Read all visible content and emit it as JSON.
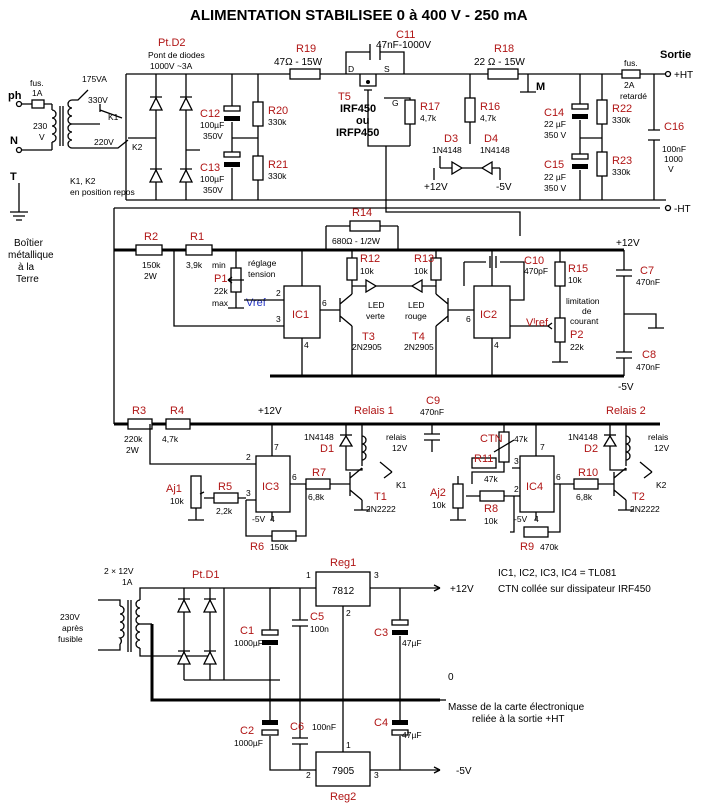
{
  "title": "ALIMENTATION STABILISEE  0 à 400 V - 250 mA",
  "labels": {
    "ph": "ph",
    "n": "N",
    "t": "T",
    "fus": "fus.",
    "fus_val": "1A",
    "v230": "230",
    "v_unit": "V",
    "tr175": "175VA",
    "v330": "330V",
    "v220": "220V",
    "k1": "K1",
    "k2": "K2",
    "k1k2_a": "K1, K2",
    "k1k2_b": "en position repos",
    "boitier": [
      "Boîtier",
      "métallique",
      "à la",
      "Terre"
    ],
    "ptd2": "Pt.D2",
    "ptd2_a": "Pont de diodes",
    "ptd2_b": "1000V ~3A",
    "c12": "C12",
    "c12_v": "100µF",
    "c12_w": "350V",
    "c13": "C13",
    "c13_v": "100µF",
    "c13_w": "350V",
    "r20": "R20",
    "r20_v": "330k",
    "r21": "R21",
    "r21_v": "330k",
    "r19": "R19",
    "r19_v": "47Ω - 15W",
    "c11": "C11",
    "c11_v": "47nF-1000V",
    "t5": "T5",
    "t5_a": "IRF450",
    "t5_b": "ou",
    "t5_c": "IRFP450",
    "d": "D",
    "s": "S",
    "g": "G",
    "r17": "R17",
    "r17_v": "4,7k",
    "r18": "R18",
    "r18_v": "22 Ω - 15W",
    "m": "M",
    "r16": "R16",
    "r16_v": "4,7k",
    "d3": "D3",
    "d3_v": "1N4148",
    "d4": "D4",
    "d4_v": "1N4148",
    "p12": "+12V",
    "m5": "-5V",
    "c14": "C14",
    "c14_v": "22 µF",
    "c14_w": "350 V",
    "c15": "C15",
    "c15_v": "22 µF",
    "c15_w": "350 V",
    "r22": "R22",
    "r22_v": "330k",
    "r23": "R23",
    "r23_v": "330k",
    "fus2": "fus.",
    "fus2_v": "2A",
    "fus2_w": "retardé",
    "sortie": "Sortie",
    "pht": "+HT",
    "mht": "-HT",
    "c16": "C16",
    "c16_v": "100nF",
    "c16_w": "1000",
    "c16_x": "V",
    "r14": "R14",
    "r14_v": "680Ω - 1/2W",
    "r2": "R2",
    "r2_v": "150k",
    "r2_w": "2W",
    "r1": "R1",
    "r1_v": "3,9k",
    "min": "min",
    "max": "max",
    "p1": "P1",
    "p1_v": "22k",
    "reglage_a": "réglage",
    "reglage_b": "tension",
    "vref": "Vref",
    "ic1": "IC1",
    "ic2": "IC2",
    "r12": "R12",
    "r12_v": "10k",
    "r13": "R13",
    "r13_v": "10k",
    "led_v": "LED",
    "led_v2": "verte",
    "led_r": "LED",
    "led_r2": "rouge",
    "t3": "T3",
    "t3_v": "2N2905",
    "t4": "T4",
    "t4_v": "2N2905",
    "c10": "C10",
    "c10_v": "470pF",
    "r15": "R15",
    "r15_v": "10k",
    "limit_a": "limitation",
    "limit_b": "de",
    "limit_c": "courant",
    "viref": "Vᴵref",
    "p2": "P2",
    "p2_v": "22k",
    "c7": "C7",
    "c7_v": "470nF",
    "c8": "C8",
    "c8_v": "470nF",
    "p12b": "+12V",
    "m5b": "-5V",
    "n2": "2",
    "n3": "3",
    "n4": "4",
    "n6": "6",
    "n7": "7",
    "r3": "R3",
    "r3_v": "220k",
    "r3_w": "2W",
    "r4": "R4",
    "r4_v": "4,7k",
    "p12c": "+12V",
    "relais1": "Relais 1",
    "relais2": "Relais 2",
    "c9": "C9",
    "c9_v": "470nF",
    "d1": "D1",
    "d1_v": "1N4148",
    "d2": "D2",
    "d2_v": "1N4148",
    "rel12a": "relais",
    "rel12b": "12V",
    "ctn": "CTN",
    "ctn_v": "47k",
    "r11": "R11",
    "r11_v": "47k",
    "ic3": "IC3",
    "ic4": "IC4",
    "aj1": "Aj1",
    "aj1_v": "10k",
    "aj2": "Aj2",
    "aj2_v": "10k",
    "r5": "R5",
    "r5_v": "2,2k",
    "r6": "R6",
    "r6_v": "150k",
    "r7": "R7",
    "r7_v": "6,8k",
    "r8": "R8",
    "r8_v": "10k",
    "r9": "R9",
    "r9_v": "470k",
    "r10": "R10",
    "r10_v": "6,8k",
    "t1": "T1",
    "t1_v": "2N2222",
    "t2": "T2",
    "t2_v": "2N2222",
    "k1r": "K1",
    "k2r": "K2",
    "m5c": "-5V",
    "m5d": "-5V",
    "tr2_a": "2 × 12V",
    "tr2_b": "1A",
    "ptd1": "Pt.D1",
    "v230b": "230V",
    "apres": "après",
    "fusible": "fusible",
    "reg1": "Reg1",
    "reg1_v": "7812",
    "reg2": "Reg2",
    "reg2_v": "7905",
    "c1": "C1",
    "c1_v": "1000µF",
    "c2": "C2",
    "c2_v": "1000µF",
    "c3": "C3",
    "c3_v": "47µF",
    "c4": "C4",
    "c4_v": "47µF",
    "c5": "C5",
    "c5_v": "100n",
    "c6": "C6",
    "c6_v": "100nF",
    "p12d": "+12V",
    "zero": "0",
    "m5e": "-5V",
    "n1": "1",
    "n2b": "2",
    "n3b": "3",
    "note1": "IC1, IC2, IC3, IC4  =  TL081",
    "note2": "CTN collée sur dissipateur IRF450",
    "masse_a": "Masse de la carte électronique",
    "masse_b": "reliée à la sortie +HT"
  }
}
